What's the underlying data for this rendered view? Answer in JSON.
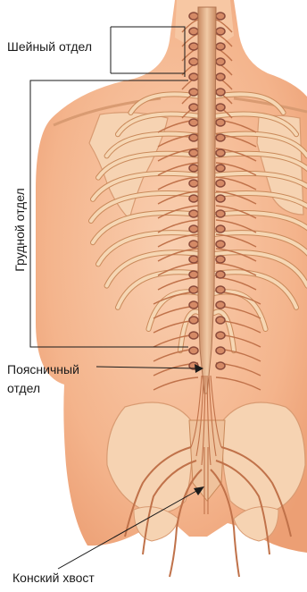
{
  "labels": {
    "cervical": "Шейный отдел",
    "thoracic": "Грудной отдел",
    "lumbar_line1": "Поясничный",
    "lumbar_line2": "отдел",
    "cauda": "Конский хвост"
  },
  "colors": {
    "skin": "#f4b48c",
    "skin_light": "#f9cfb0",
    "skin_shadow": "#e9956a",
    "bone": "#f6d7b4",
    "bone_edge": "#c9895a",
    "nerve": "#c0724a",
    "vertebra": "#8a4a3a",
    "cord": "#e8b48e",
    "pointer": "#1a1a1a"
  }
}
